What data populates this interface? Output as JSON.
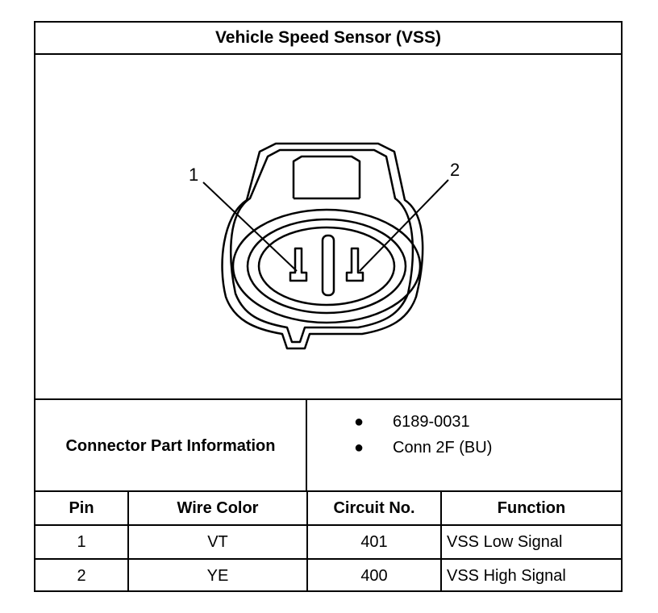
{
  "title": "Vehicle Speed Sensor (VSS)",
  "callouts": {
    "pin1": "1",
    "pin2": "2"
  },
  "connector_info": {
    "label": "Connector Part Information",
    "items": [
      "6189-0031",
      "Conn 2F (BU)"
    ]
  },
  "table": {
    "headers": [
      "Pin",
      "Wire Color",
      "Circuit No.",
      "Function"
    ],
    "rows": [
      [
        "1",
        "VT",
        "401",
        "VSS Low Signal"
      ],
      [
        "2",
        "YE",
        "400",
        "VSS High Signal"
      ]
    ]
  }
}
